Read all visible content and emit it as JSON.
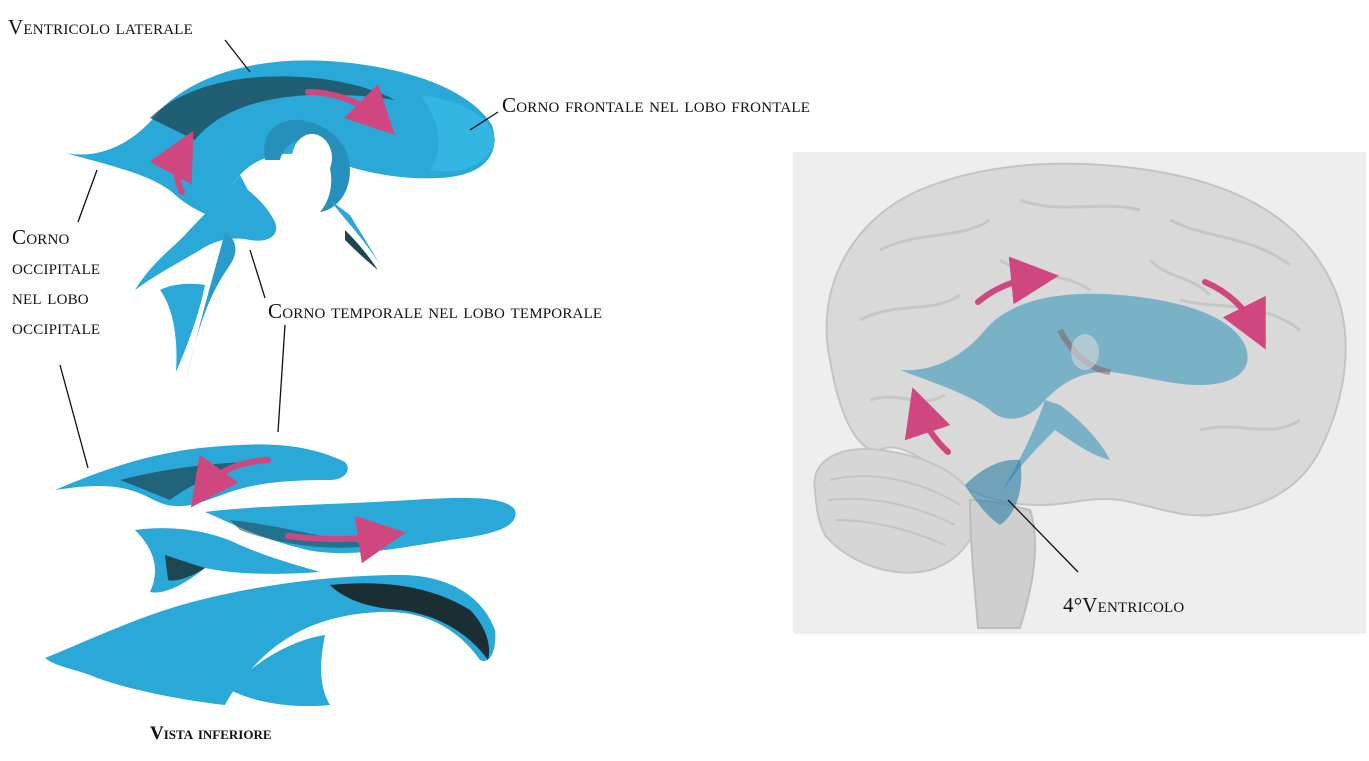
{
  "labels": {
    "lateral_ventricle": "Ventricolo laterale",
    "frontal_horn": "Corno frontale nel lobo frontale",
    "occipital_horn_lines": [
      "Corno",
      "occipitale",
      "nel lobo",
      "occipitale"
    ],
    "temporal_horn": "Corno temporale nel lobo temporale",
    "fourth_ventricle": "4°Ventricolo"
  },
  "caption": "Vista inferiore",
  "colors": {
    "ventricle": "#2aa8d8",
    "ventricle_shadow": "#1a3a44",
    "arrow": "#d0477f",
    "brain": "#dcdcdc",
    "brain_panel": "#eeeeee"
  }
}
